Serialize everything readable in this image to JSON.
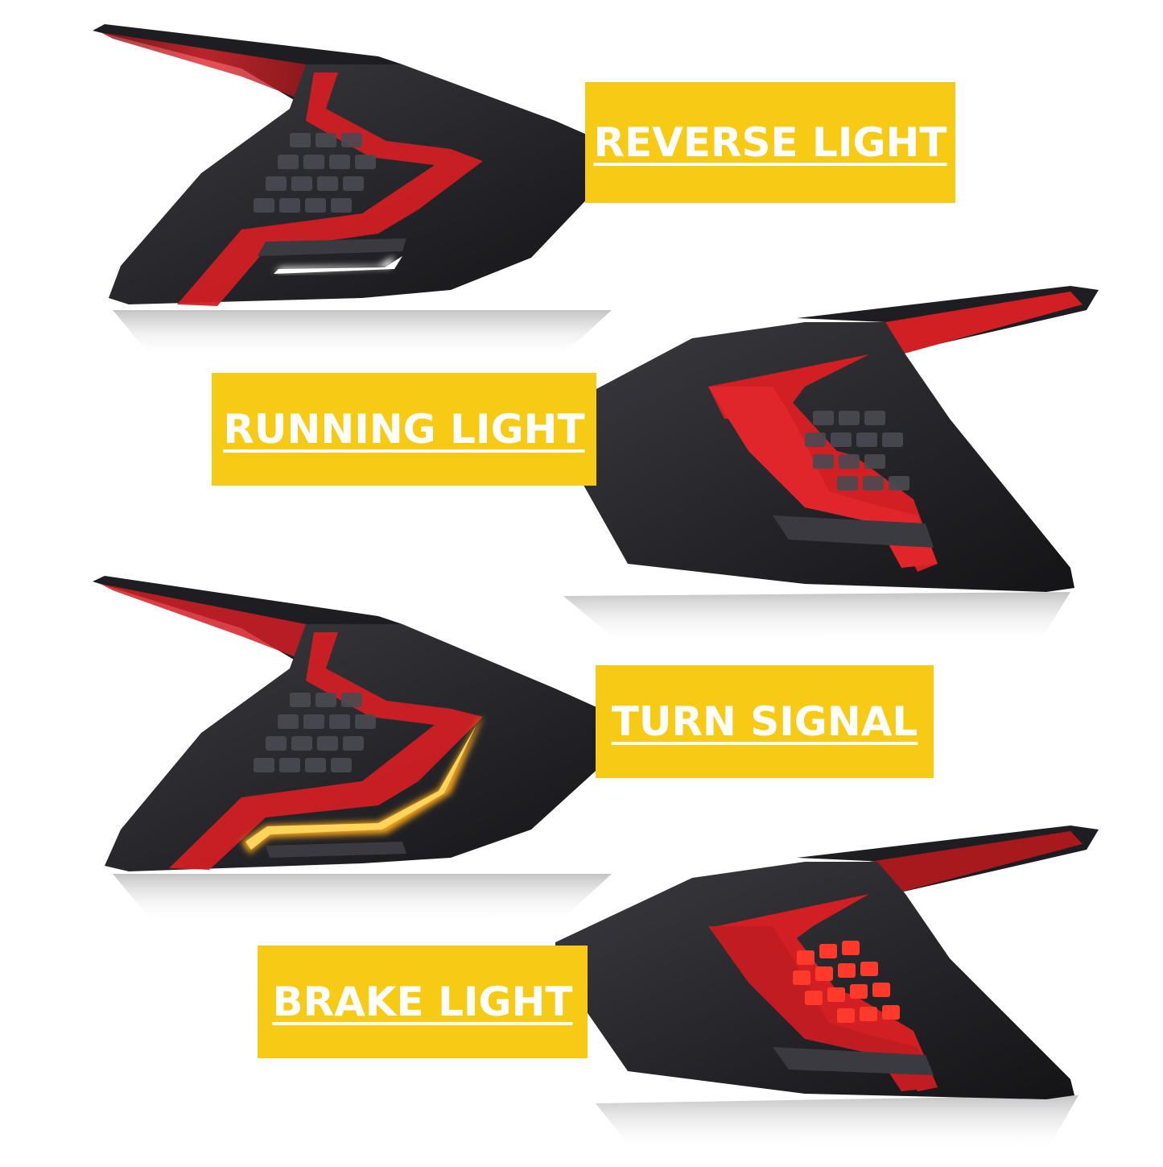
{
  "colors": {
    "label_bg": "#f7cb15",
    "label_text": "#ffffff",
    "housing": "#2b2b30",
    "housing_dark": "#151518",
    "red_bar": "#d11f24",
    "red_dim": "#7a1318",
    "amber": "#f4a21c",
    "white_led": "#ffffff",
    "brake_led": "#ff3a2a"
  },
  "lights": [
    {
      "id": "reverse",
      "label": "REVERSE LIGHT",
      "active": "reverse"
    },
    {
      "id": "running",
      "label": "RUNNING LIGHT",
      "active": "running"
    },
    {
      "id": "turn",
      "label": "TURN SIGNAL",
      "active": "turn"
    },
    {
      "id": "brake",
      "label": "BRAKE LIGHT",
      "active": "brake"
    }
  ]
}
